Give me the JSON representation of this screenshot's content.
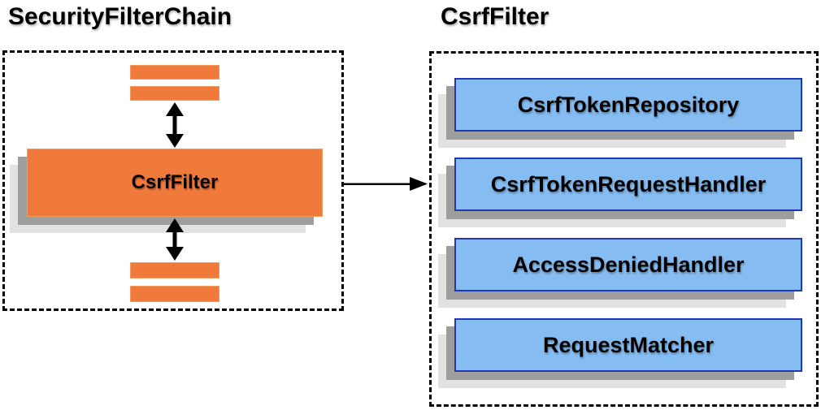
{
  "left_panel": {
    "title": "SecurityFilterChain",
    "csrf_filter_label": "CsrfFilter"
  },
  "right_panel": {
    "title": "CsrfFilter",
    "components": [
      "CsrfTokenRepository",
      "CsrfTokenRequestHandler",
      "AccessDeniedHandler",
      "RequestMatcher"
    ]
  },
  "colors": {
    "orange": "#F0793C",
    "orange_border": "#F6995F",
    "blue_fill": "#85BDF2",
    "blue_border": "#1E38B6",
    "shadow_dark": "#9E9E9E",
    "shadow_light": "#E2E2E2",
    "arrow": "#000000"
  }
}
